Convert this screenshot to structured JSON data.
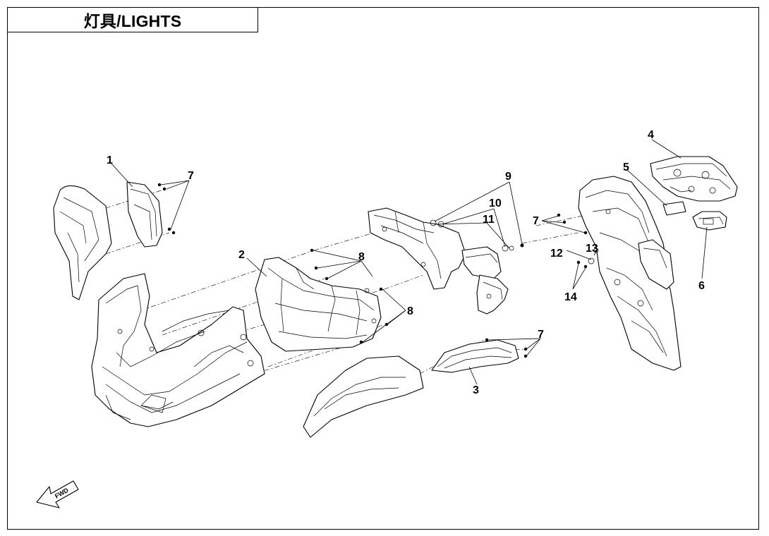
{
  "title": "灯具/LIGHTS",
  "fwd_label": "FWD",
  "callouts": {
    "c1": "1",
    "c2": "2",
    "c3": "3",
    "c4": "4",
    "c5": "5",
    "c6": "6",
    "c7a": "7",
    "c7b": "7",
    "c7c": "7",
    "c8a": "8",
    "c8b": "8",
    "c9": "9",
    "c10": "10",
    "c11": "11",
    "c12": "12",
    "c13": "13",
    "c14": "14"
  },
  "colors": {
    "ink": "#000000",
    "paper": "#ffffff"
  }
}
